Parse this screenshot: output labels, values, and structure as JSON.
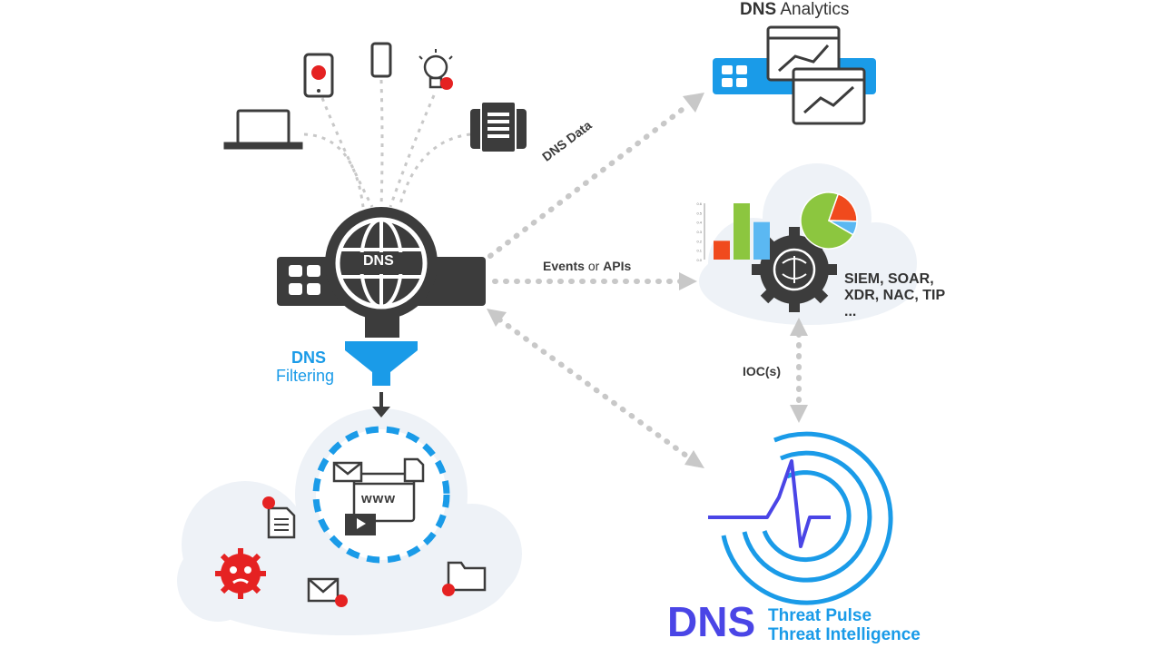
{
  "analytics": {
    "title_bold": "DNS",
    "title_rest": "Analytics"
  },
  "flows": {
    "dns_data": "DNS Data",
    "events_a": "Events",
    "events_or": "or",
    "events_b": "APIs",
    "iocs": "IOC(s)"
  },
  "server": {
    "label": "DNS"
  },
  "filtering": {
    "line1": "DNS",
    "line2": "Filtering"
  },
  "web": {
    "www": "www"
  },
  "siem": {
    "line1": "SIEM, SOAR,",
    "line2": "XDR, NAC, TIP",
    "line3": "..."
  },
  "threat": {
    "dns": "DNS",
    "line1": "Threat Pulse",
    "line2": "Threat Intelligence"
  },
  "mini_chart": {
    "bar_values": [
      0.2,
      0.6,
      0.4
    ],
    "bar_colors": [
      "#f04a1d",
      "#8cc63f",
      "#5bb8f2"
    ],
    "tick_labels": [
      "0.6",
      "0.5",
      "0.4",
      "0.3",
      "0.2",
      "0.1",
      "0.0"
    ]
  },
  "pie": {
    "values": [
      0.72,
      0.2,
      0.08
    ],
    "colors": [
      "#8cc63f",
      "#f04a1d",
      "#5bb8f2"
    ]
  },
  "colors": {
    "accent_blue": "#1a9be8",
    "dark_gray": "#3c3c3c",
    "threat_red": "#e52222",
    "brand_purple": "#4a45e6",
    "cloud_fill": "#eef2f7"
  }
}
